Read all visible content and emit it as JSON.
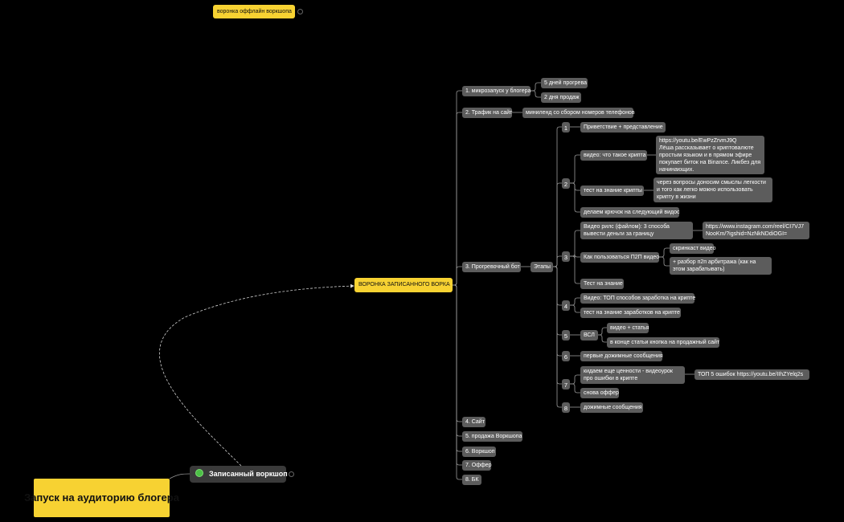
{
  "diagram": {
    "top_node": "воронка оффлайн воркшопа",
    "root_main": "Запуск на аудиторию блогера",
    "root_workshop": "Записанный воркшоп",
    "funnel_center": "ВОРОНКА ЗАПИСАННОГО ВОРКА",
    "colors": {
      "background": "#000000",
      "node": "#5c5c5c",
      "accent_yellow": "#f7d232",
      "status_green": "#4cc046",
      "line": "#9a9a9a"
    },
    "nodes": {
      "b1": "1. микрозапуск у блогера",
      "b1a": "5 дней прогрева",
      "b1b": "2 дня продаж",
      "b2": "2. Трафик на сайт",
      "b2a": "миниленд со сбором номеров телефонов",
      "b3": "3. Прогревочный бот",
      "b3e": "Этапы",
      "s1": "1",
      "s1a": "Приветствие + представление",
      "s2": "2",
      "s2a": "видео: что такое крипта",
      "s2a1": "https://youtu.be/EwPzZrvmJ9Q\nЛёша рассказывает о криптовалюте простым языком и в прямом эфире покупает биток на Binance. Ликбез для начинающих.",
      "s2b": "тест на знание крипты",
      "s2b1": "через вопросы доносим смыслы легкости и того как легко можно использовать крипту в жизни",
      "s2c": "делаем крючок на следующий видос",
      "s3": "3",
      "s3a": "Видео рилс (файлом): 3 способа вывести деньги за границу",
      "s3a1": "https://www.instagram.com/reel/CI7VJ7NooKm/?igshid=NzNkNDdiOGI=",
      "s3b": "Как пользоваться П2П видео",
      "s3b1": "скринкаст видео",
      "s3b2": "+ разбор п2п арбитража (как на этом зарабатывать)",
      "s3c": "Тест на знание",
      "s4": "4",
      "s4a": "Видео: ТОП способов заработка на крипте",
      "s4b": "тест на знание заработков на крипте",
      "s5": "5",
      "s5a": "ВСЛ",
      "s5a1": "видео + статья",
      "s5a2": "в конце статьи кнопка на продажный сайт",
      "s6": "6",
      "s6a": "первые дожимные сообщения",
      "s7": "7",
      "s7a": "кидаем еще ценности - видеоурок про ошибки в крипте",
      "s7a1": "ТОП 5 ошибок https://youtu.be/IIhZYelq2s",
      "s7b": "снова оффер",
      "s8": "8",
      "s8a": "дожимные сообщения",
      "b4": "4. Сайт",
      "b5": "5. продажа Воркшопа",
      "b6": "6. Воркшоп",
      "b7": "7. Оффер",
      "b8": "8. БК"
    }
  }
}
